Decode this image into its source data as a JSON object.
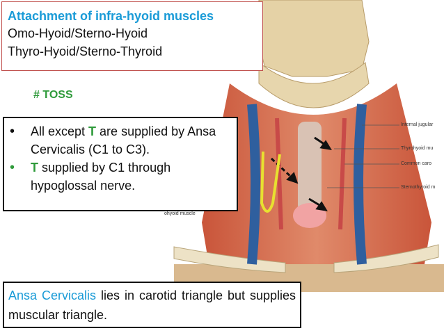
{
  "title_box": {
    "heading": "Attachment of infra-hyoid muscles",
    "line2": "Omo-Hyoid/Sterno-Hyoid",
    "line3": "Thyro-Hyoid/Sterno-Thyroid"
  },
  "toss": "# TOSS",
  "bullets": {
    "b1_pre": "All except ",
    "b1_t": "T",
    "b1_post": " are supplied by Ansa Cervicalis (C1 to C3).",
    "b2_t": "T",
    "b2_post": " supplied by C1 through hypoglossal nerve."
  },
  "bottom": {
    "ansa": "Ansa Cervicalis",
    "rest": " lies in carotid triangle but supplies muscular triangle."
  },
  "figure_labels": {
    "internal_jugular": "Internal jugular",
    "thyrohyoid": "Thyrohyoid mu",
    "common_carotid": "Common caro",
    "sternothyroid": "Sternothyroid m",
    "omohyoid": "ohyoid muscle"
  },
  "colors": {
    "accent_blue": "#1a9bd7",
    "accent_green": "#2e9a3a",
    "title_border": "#c0504d",
    "ansa_loop": "#e8e030"
  }
}
